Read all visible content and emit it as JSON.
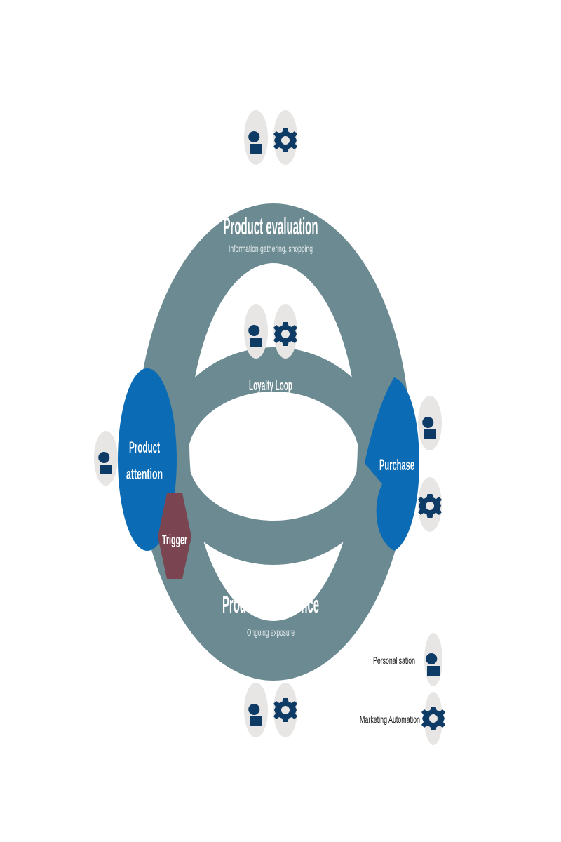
{
  "colors": {
    "ring": "#6b8a91",
    "stage_blue": "#0b6cb5",
    "trigger": "#7a4450",
    "icon_bg": "#e8e6e4",
    "icon_fg": "#0e3a66",
    "label_white": "#ffffff",
    "subtitle": "#e4ecee",
    "legend_text": "#1a1a1a"
  },
  "stages": {
    "evaluation": {
      "title": "Product evaluation",
      "subtitle": "Information gathering, shopping",
      "icons": [
        "person-icon",
        "gear-icon"
      ]
    },
    "loyalty": {
      "title": "Loyalty Loop",
      "icons": [
        "person-icon",
        "gear-icon"
      ]
    },
    "attention": {
      "title_line1": "Product",
      "title_line2": "attention",
      "icons": [
        "person-icon"
      ]
    },
    "purchase": {
      "title": "Purchase",
      "icons": [
        "person-icon",
        "gear-icon"
      ]
    },
    "trigger": {
      "title": "Trigger"
    },
    "experience": {
      "title": "Product experience",
      "subtitle": "Ongoing exposure",
      "icons": [
        "person-icon",
        "gear-icon"
      ]
    }
  },
  "legend": {
    "personalisation": "Personalisation",
    "automation": "Marketing Automation"
  }
}
